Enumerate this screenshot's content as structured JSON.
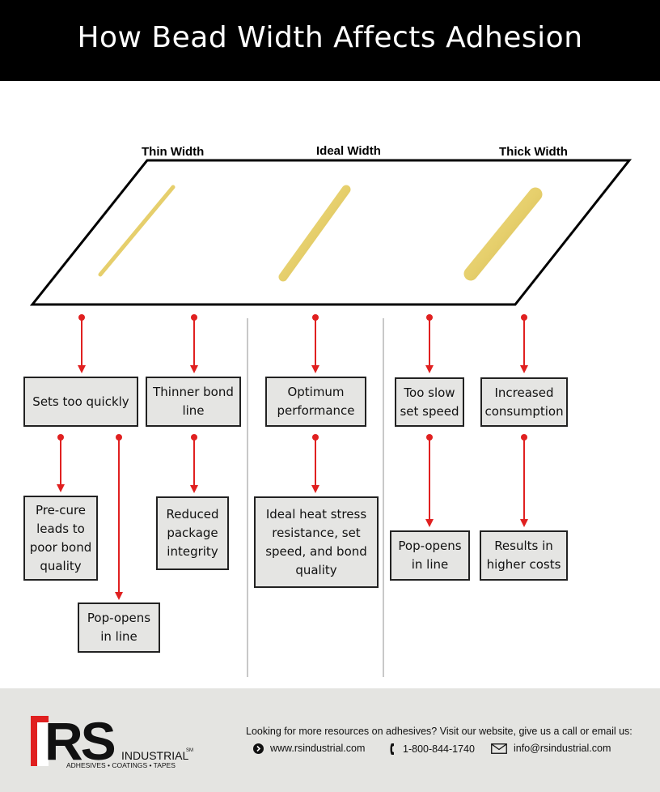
{
  "title": "How Bead Width Affects Adhesion",
  "columns": {
    "thin": "Thin Width",
    "ideal": "Ideal Width",
    "thick": "Thick Width"
  },
  "boxes": {
    "sets_too_quickly": "Sets too quickly",
    "thinner_bond_line": "Thinner bond line",
    "precure": "Pre-cure leads to poor bond quality",
    "reduced_integrity": "Reduced package integrity",
    "popopens_thin": "Pop-opens in line",
    "optimum": "Optimum performance",
    "ideal_heat": "Ideal heat stress resistance, set speed, and bond quality",
    "too_slow": "Too slow set speed",
    "increased": "Increased consumption",
    "popopens_thick": "Pop-opens in line",
    "higher_costs": "Results in higher costs"
  },
  "footer": {
    "cta": "Looking for more resources on adhesives? Visit our website, give us a call or email us:",
    "website": "www.rsindustrial.com",
    "phone": "1-800-844-1740",
    "email": "info@rsindustrial.com",
    "logo_main": "RS",
    "logo_industrial": "INDUSTRIAL",
    "logo_sm": "SM",
    "logo_tagline": "ADHESIVES • COATINGS • TAPES"
  },
  "colors": {
    "header_bg": "#000000",
    "arrow": "#e02020",
    "bead": "#e6cf6c",
    "box_bg": "#e5e5e3",
    "footer_bg": "#e4e4e1",
    "logo_red": "#e02020"
  }
}
